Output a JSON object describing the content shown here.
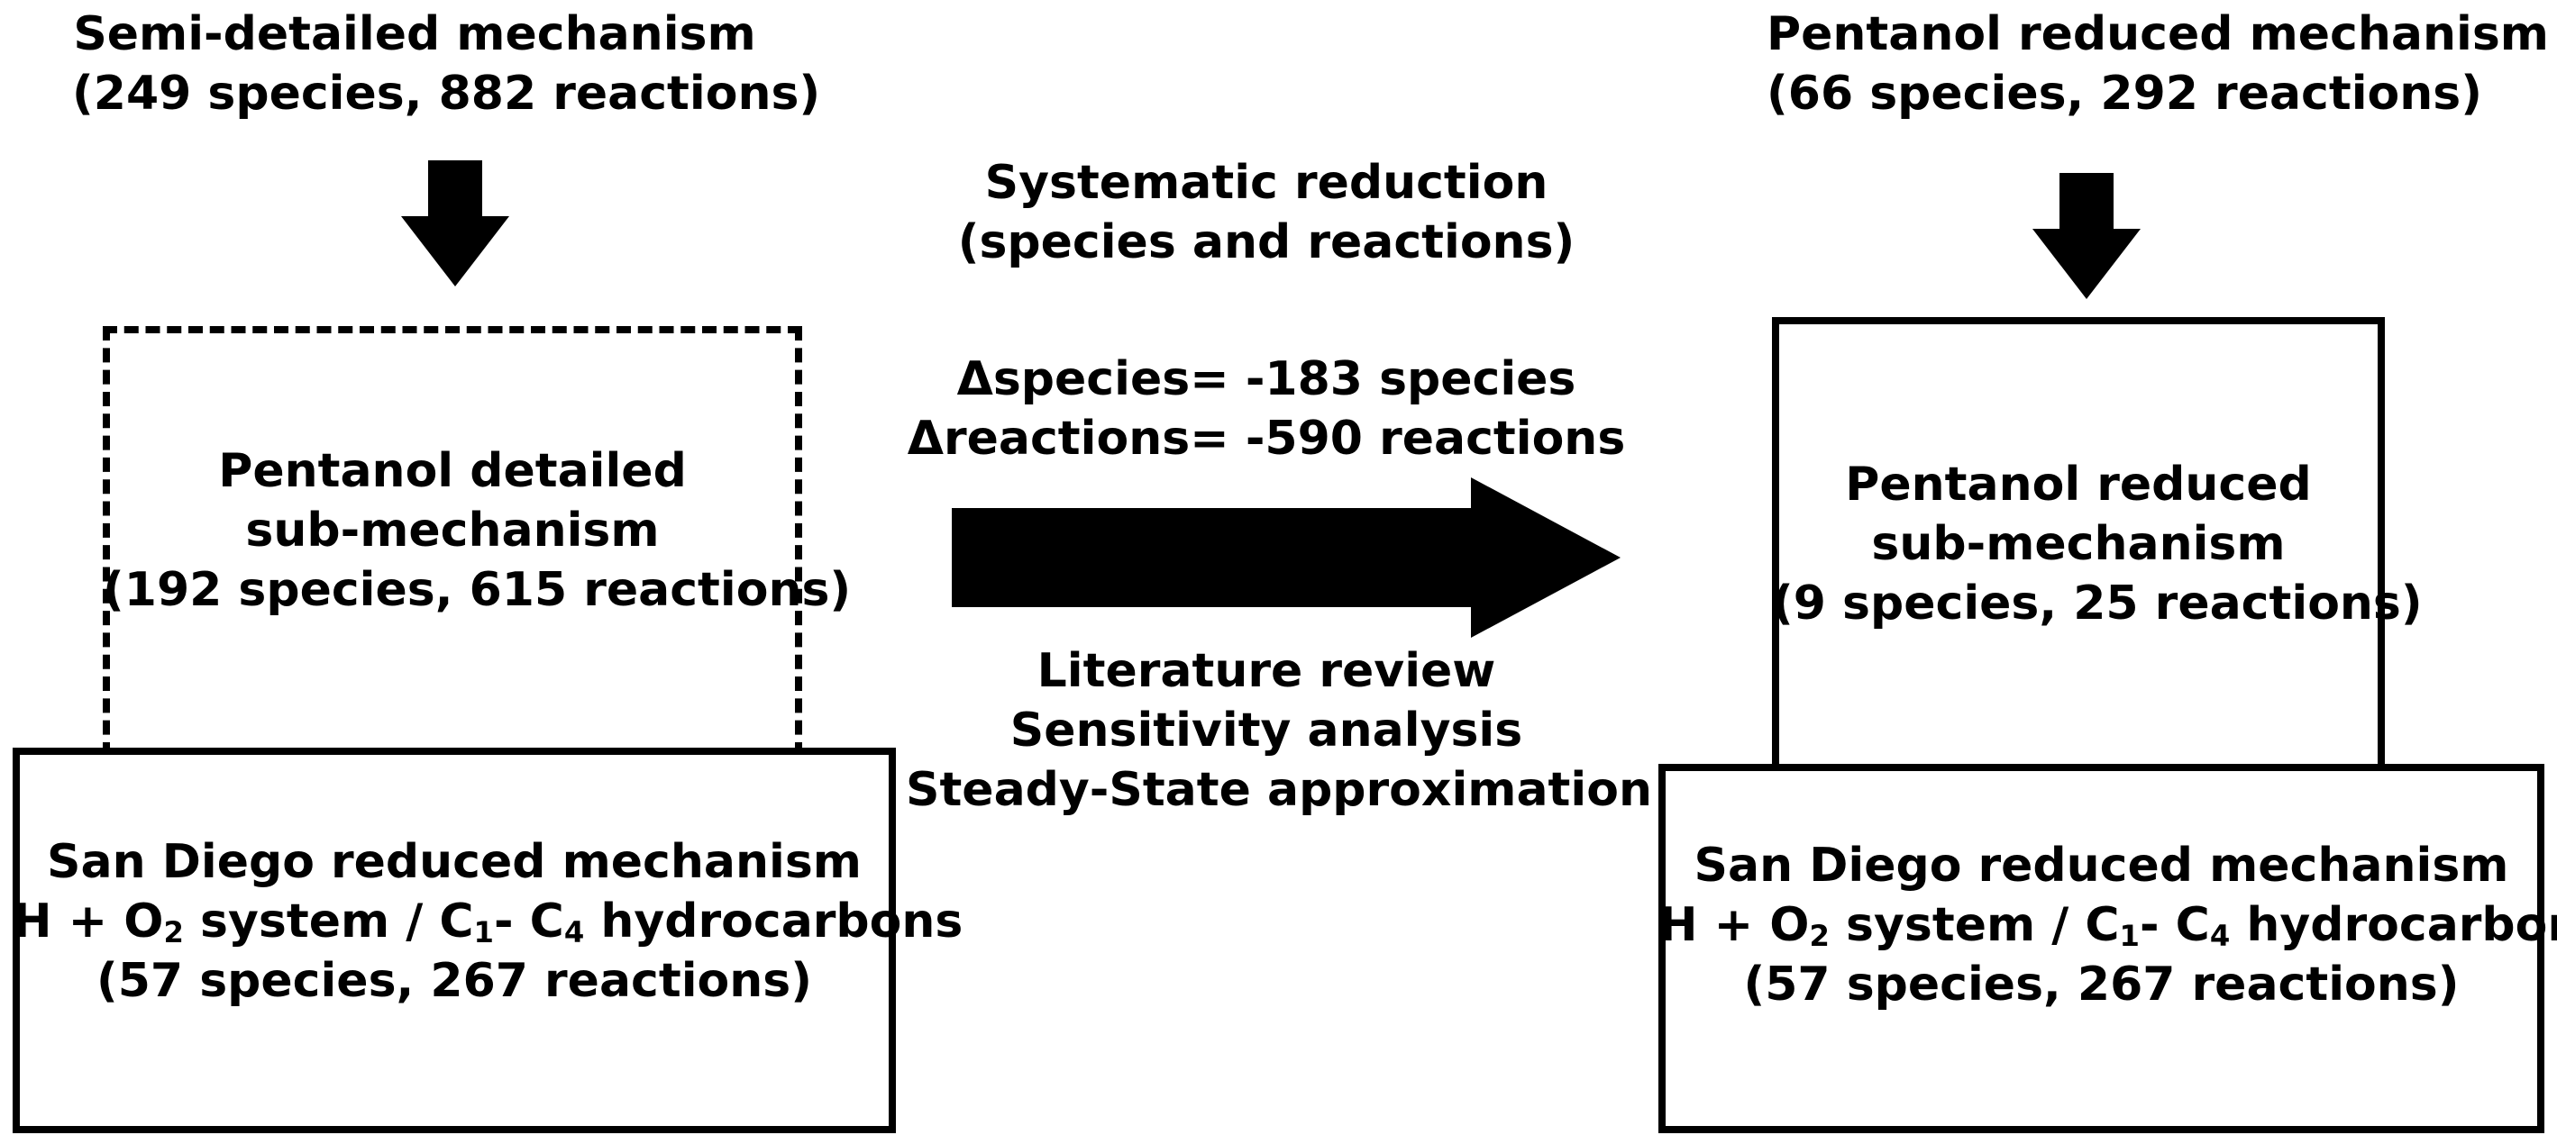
{
  "left": {
    "top_title": "Semi-detailed mechanism",
    "top_counts": "(249 species, 882 reactions)",
    "sub_mechanism": {
      "line1": "Pentanol detailed",
      "line2": "sub-mechanism",
      "line3": "(192 species, 615 reactions)"
    },
    "base_mechanism": {
      "line1": "San Diego reduced mechanism",
      "line2_prefix": "H + O",
      "line2_sub1": "2",
      "line2_mid": " system / C",
      "line2_sub2": "1",
      "line2_dash": "- C",
      "line2_sub3": "4",
      "line2_suffix": " hydrocarbons",
      "line3": "(57 species, 267 reactions)"
    }
  },
  "center": {
    "line1": "Systematic reduction",
    "line2": "(species and reactions)",
    "delta_species": "Δspecies= -183 species",
    "delta_reactions": "Δreactions= -590 reactions",
    "method1": "Literature review",
    "method2": "Sensitivity analysis",
    "method3": "Steady-State approximation"
  },
  "right": {
    "top_title": "Pentanol reduced mechanism",
    "top_counts": "(66 species, 292 reactions)",
    "sub_mechanism": {
      "line1": "Pentanol reduced",
      "line2": "sub-mechanism",
      "line3": "(9 species, 25 reactions)"
    },
    "base_mechanism": {
      "line1": "San Diego reduced mechanism",
      "line2_prefix": "H + O",
      "line2_sub1": "2",
      "line2_mid": " system / C",
      "line2_sub2": "1",
      "line2_dash": "- C",
      "line2_sub3": "4",
      "line2_suffix": " hydrocarbons",
      "line3": "(57 species, 267 reactions)"
    }
  },
  "colors": {
    "ink": "#000000",
    "background": "#ffffff"
  }
}
